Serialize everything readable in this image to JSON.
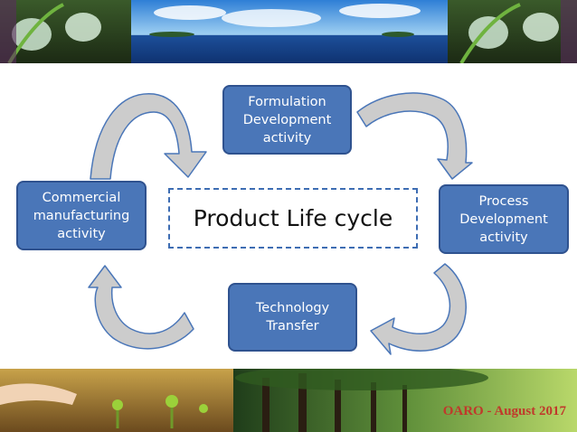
{
  "diagram": {
    "center_label": "Product Life cycle",
    "nodes": {
      "formulation": "Formulation\nDevelopment\nactivity",
      "process": "Process\nDevelopment\nactivity",
      "technology": "Technology\nTransfer",
      "commercial": "Commercial\nmanufacturing\nactivity"
    }
  },
  "footer": {
    "credit": "OARO - August 2017"
  },
  "colors": {
    "box_fill": "#4a76b8",
    "box_border": "#2f528f",
    "arrow_fill": "#cccccc",
    "arrow_stroke": "#4a76b8",
    "credit": "#c0392b"
  }
}
